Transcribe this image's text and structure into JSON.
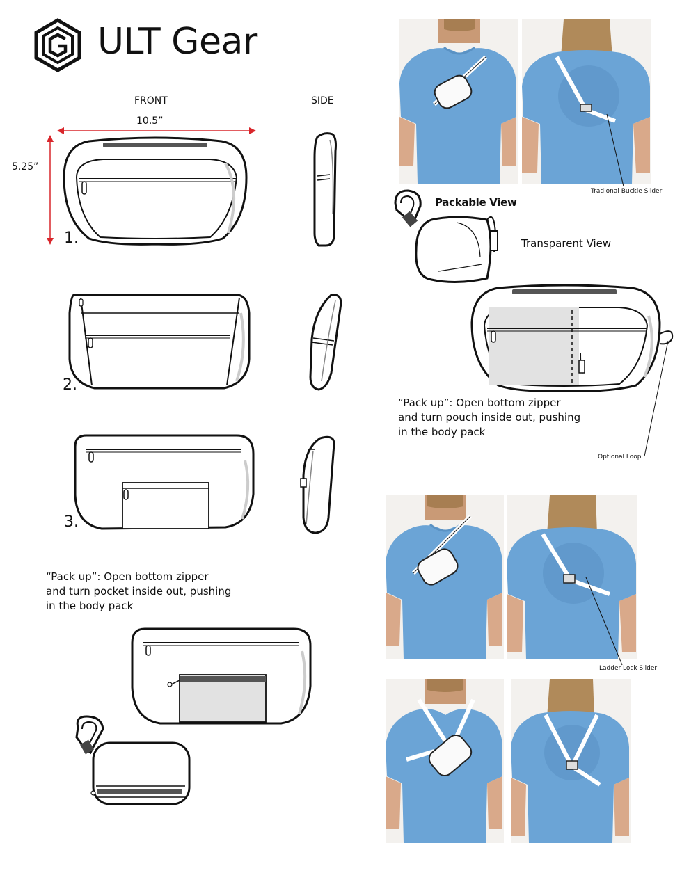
{
  "brand": {
    "name": "ULT Gear",
    "logo_icon": "hexagon-g-logo-icon"
  },
  "views": {
    "front": "FRONT",
    "side": "SIDE"
  },
  "dimensions": {
    "width": "10.5”",
    "height": "5.25”",
    "color": "#d9262b"
  },
  "steps": [
    "1.",
    "2.",
    "3."
  ],
  "notes": {
    "pack_up_left": "“Pack up”: Open bottom zipper\nand turn pocket inside out, pushing\nin the body pack",
    "pack_up_right": "“Pack up”: Open bottom zipper\nand turn pouch inside out, pushing\nin the body pack"
  },
  "labels": {
    "packable_view": "Packable View",
    "transparent_view": "Transparent View",
    "buckle_slider": "Tradional Buckle Slider",
    "optional_loop": "Optional Loop",
    "ladder_slider": "Ladder Lock Slider"
  },
  "colors": {
    "shirt": "#6ba4d6",
    "shirt_shade": "#5a92c4",
    "skin": "#d9a98a",
    "hair": "#b08a5a",
    "line": "#111111",
    "pocket_fill": "#e2e2e2"
  }
}
